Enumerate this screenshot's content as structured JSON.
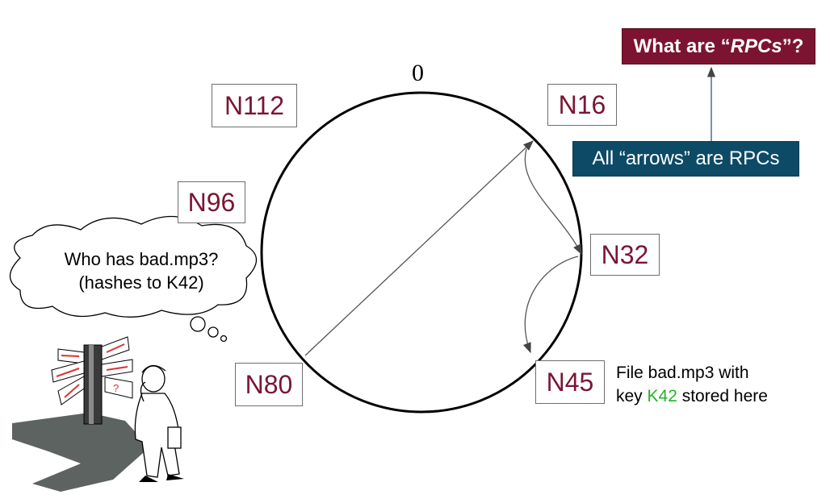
{
  "ring": {
    "zero_label": "0",
    "nodes": [
      {
        "id": "n112",
        "label": "N112"
      },
      {
        "id": "n16",
        "label": "N16"
      },
      {
        "id": "n96",
        "label": "N96"
      },
      {
        "id": "n32",
        "label": "N32"
      },
      {
        "id": "n80",
        "label": "N80"
      },
      {
        "id": "n45",
        "label": "N45"
      }
    ]
  },
  "callouts": {
    "rpc_question_prefix": "What are “",
    "rpc_question_term": "RPCs",
    "rpc_question_suffix": "”?",
    "rpc_note": "All “arrows” are RPCs"
  },
  "thought_bubble": {
    "line1": "Who has bad.mp3?",
    "line2": "(hashes to K42)"
  },
  "file_note": {
    "line1": "File bad.mp3 with",
    "line2_prefix": "key ",
    "line2_key": "K42",
    "line2_suffix": " stored here"
  },
  "colors": {
    "node_text": "#7a1534",
    "rpc_question_bg": "#7c1431",
    "rpc_note_bg": "#0d4a66",
    "key_highlight": "#22b522"
  }
}
